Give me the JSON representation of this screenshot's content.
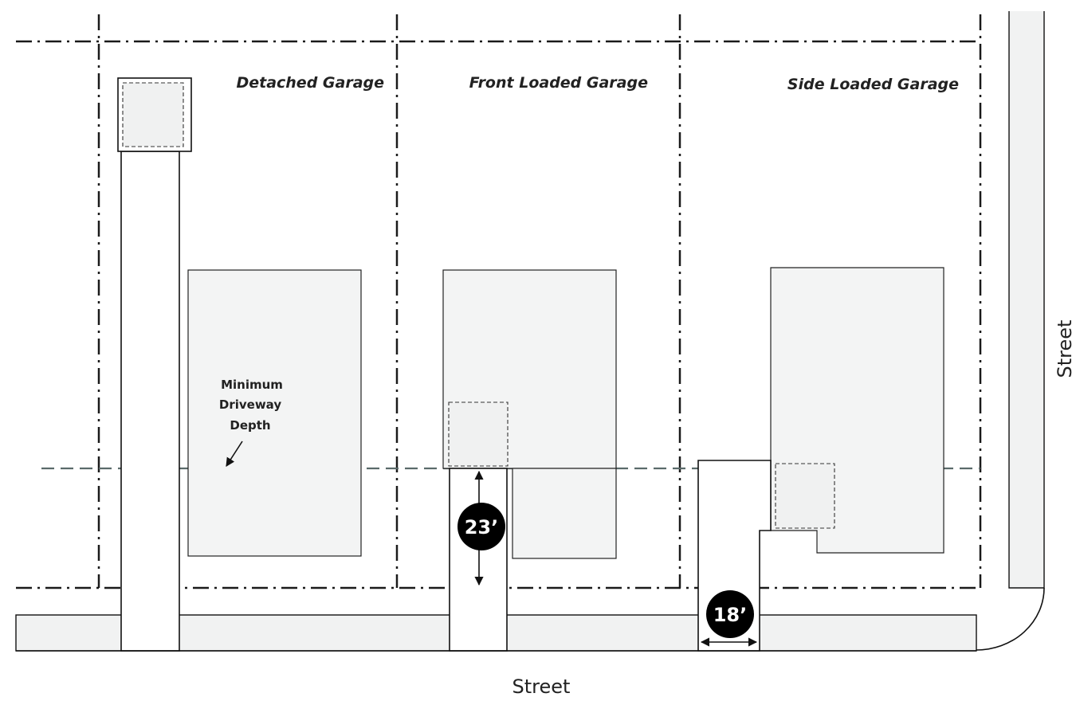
{
  "lots": [
    {
      "title": "Detached Garage"
    },
    {
      "title": "Front Loaded Garage"
    },
    {
      "title": "Side Loaded Garage"
    }
  ],
  "streets": {
    "bottom": "Street",
    "right": "Street"
  },
  "annotations": {
    "min_driveway": {
      "line1": "Minimum",
      "line2": "Driveway",
      "line3": "Depth"
    }
  },
  "dimensions": {
    "front_depth": "23’",
    "side_width": "18’"
  }
}
